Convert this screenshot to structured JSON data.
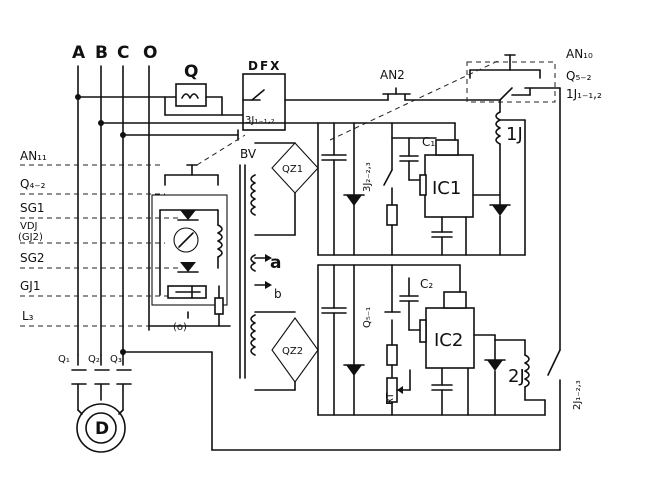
{
  "buses": [
    "A",
    "B",
    "C",
    "O"
  ],
  "components": {
    "breaker": "Q",
    "dfx": "DFX",
    "dfx_contact": "3J₁₋₁,₂",
    "btn_an2": "AN2",
    "btn_an10": "AN₁₀",
    "an10_q": "Q₅₋₂",
    "an10_j": "1J₁₋₁,₂",
    "relay_1j": "1J",
    "relay_2j": "2J",
    "contact_2j": "2J₁₋₂,₃",
    "transformer": "BV",
    "bridge1": "QZ1",
    "bridge2": "QZ2",
    "ic1": "IC1",
    "ic2": "IC2",
    "cap1": "C₁",
    "cap2": "C₂",
    "contact_3j": "3J₂₋₂,₃",
    "q51": "Q₅₋₁",
    "rt": "RT",
    "tap_a": "a",
    "tap_b": "b",
    "motor": "D",
    "q1": "Q₁",
    "q2": "Q₂",
    "q3": "Q₃",
    "zero_mark": "(o)"
  },
  "left_labels": [
    "AN₁₁",
    "Q₄₋₂",
    "SG1",
    "VDJ",
    "(GJ2)",
    "SG2",
    "GJ1",
    "L₃"
  ]
}
